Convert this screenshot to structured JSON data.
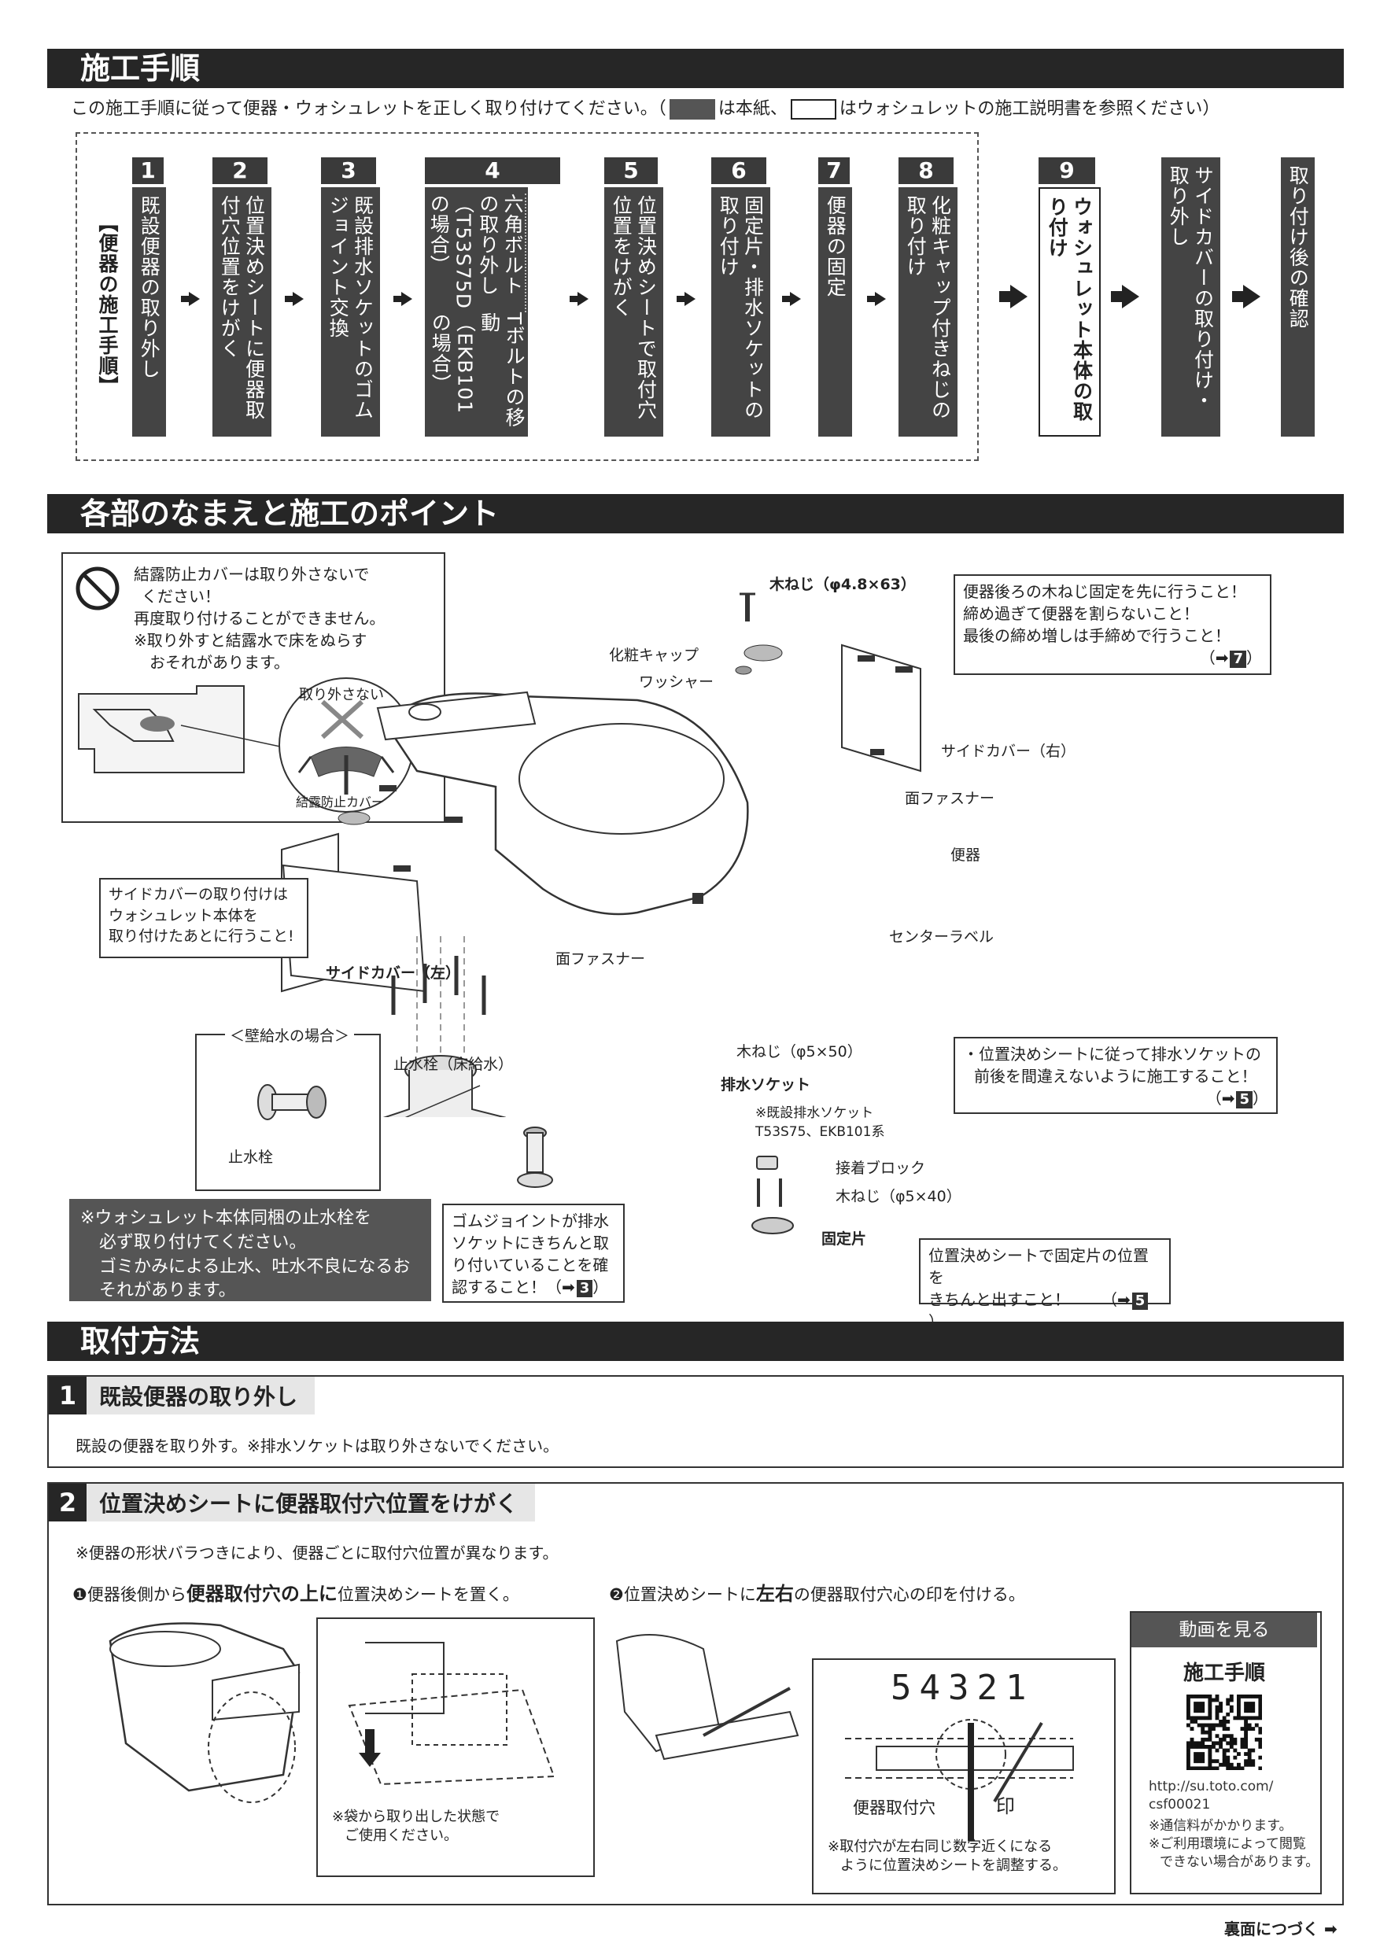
{
  "sections": {
    "procedure_title": "施工手順",
    "names_title": "各部のなまえと施工のポイント",
    "method_title": "取付方法"
  },
  "intro": {
    "text1": "この施工手順に従って便器・ウォシュレットを正しく取り付けてください。（",
    "text2": "は本紙、",
    "text3": "はウォシュレットの施工説明書を参照ください）"
  },
  "flow": {
    "group_label": "【便器の施工手順】",
    "steps": [
      {
        "num": "1",
        "text": "既設便器の取り外し"
      },
      {
        "num": "2",
        "text": "位置決めシートに便器取付穴位置をけがく"
      },
      {
        "num": "3",
        "text": "既設排水ソケットのゴムジョイント交換"
      },
      {
        "num": "4",
        "col1": "Tボルトの移動（EKB101の場合）",
        "col2": "六角ボルトの取り外し（T53S75Dの場合）"
      },
      {
        "num": "5",
        "text": "位置決めシートで取付穴位置をけがく"
      },
      {
        "num": "6",
        "text": "固定片・排水ソケットの取り付け"
      },
      {
        "num": "7",
        "text": "便器の固定"
      },
      {
        "num": "8",
        "text": "化粧キャップ付きねじの取り付け"
      },
      {
        "num": "9",
        "text": "ウォシュレット本体の取り付け"
      },
      {
        "num": "",
        "text": "サイドカバーの取り付け・取り外し"
      },
      {
        "num": "",
        "text": "取り付け後の確認"
      }
    ]
  },
  "warning": {
    "line1": "結露防止カバーは取り外さないで",
    "line2": "ください！",
    "line3": "再度取り付けることができません。",
    "line4": "※取り外すと結露水で床をぬらす",
    "line5": "おそれがあります。",
    "inset_label": "取り外さない",
    "inset_part": "結露防止カバー"
  },
  "screw_note": {
    "line1": "便器後ろの木ねじ固定を先に行うこと！",
    "line2": "締め過ぎて便器を割らないこと！",
    "line3": "最後の締め増しは手締めで行うこと！",
    "ref_prefix": "（➡",
    "ref": "7",
    "ref_suffix": "）"
  },
  "sidecover_note": {
    "line1": "サイドカバーの取り付けは",
    "line2": "ウォシュレット本体を",
    "line3": "取り付けたあとに行うこと!"
  },
  "labels": {
    "wood_screw_top": "木ねじ（φ4.8×63）",
    "cap": "化粧キャップ",
    "washer": "ワッシャー",
    "side_cover_right": "サイドカバー（右）",
    "fastener_right": "面ファスナー",
    "toilet": "便器",
    "center_label": "センターラベル",
    "side_cover_left": "サイドカバー（左）",
    "fastener_left": "面ファスナー",
    "wood_screw_mid": "木ねじ（φ5×50）",
    "drain_socket": "排水ソケット",
    "existing_socket": "※既設排水ソケット",
    "existing_socket_models": "T53S75、EKB101系",
    "stop_valve_floor": "止水栓（床給水）",
    "wall_case": "＜壁給水の場合＞",
    "stop_valve": "止水栓",
    "adhesive_block": "接着ブロック",
    "wood_screw_small": "木ねじ（φ5×40）",
    "fixing_piece": "固定片"
  },
  "socket_note": {
    "line1": "・位置決めシートに従って排水ソケットの",
    "line2": "前後を間違えないように施工すること！",
    "ref_prefix": "（➡",
    "ref": "5",
    "ref_suffix": "）"
  },
  "valve_note": {
    "line1": "※ウォシュレット本体同梱の止水栓を",
    "line2": "必ず取り付けてください。",
    "line3": "ゴミかみによる止水、吐水不良になるお",
    "line4": "それがあります。"
  },
  "gum_note": {
    "line1": "ゴムジョイントが排水",
    "line2": "ソケットにきちんと取",
    "line3": "り付いていることを確",
    "line4": "認すること！（➡",
    "ref": "3",
    "ref_suffix": "）"
  },
  "fixing_note": {
    "line1": "位置決めシートで固定片の位置を",
    "line2": "きちんと出すこと！",
    "ref_prefix": "（➡",
    "ref": "5",
    "ref_suffix": "）"
  },
  "step1": {
    "num": "1",
    "title": "既設便器の取り外し",
    "body": "既設の便器を取り外す。※排水ソケットは取り外さないでください。"
  },
  "step2": {
    "num": "2",
    "title": "位置決めシートに便器取付穴位置をけがく",
    "note": "※便器の形状バラつきにより、便器ごとに取付穴位置が異なります。",
    "sub1_marker": "❶",
    "sub1_a": "便器後側から",
    "sub1_bold": "便器取付穴の上に",
    "sub1_b": "位置決めシートを置く。",
    "sub2_marker": "❷",
    "sub2_a": "位置決めシートに",
    "sub2_bold": "左右",
    "sub2_b": "の便器取付穴心の印を付ける。",
    "bag_note1": "※袋から取り出した状態で",
    "bag_note2": "ご使用ください。",
    "scale_digits": "54321",
    "hole_label": "便器取付穴",
    "mark_label": "印",
    "adjust_note1": "※取付穴が左右同じ数字近くになる",
    "adjust_note2": "ように位置決めシートを調整する。"
  },
  "video": {
    "header": "動画を見る",
    "title": "施工手順",
    "url1": "http://su.toto.com/",
    "url2": "csf00021",
    "note1": "※通信料がかかります。",
    "note2": "※ご利用環境によって閲覧",
    "note3": "できない場合があります。"
  },
  "footer": {
    "continue": "裏面につづく"
  }
}
